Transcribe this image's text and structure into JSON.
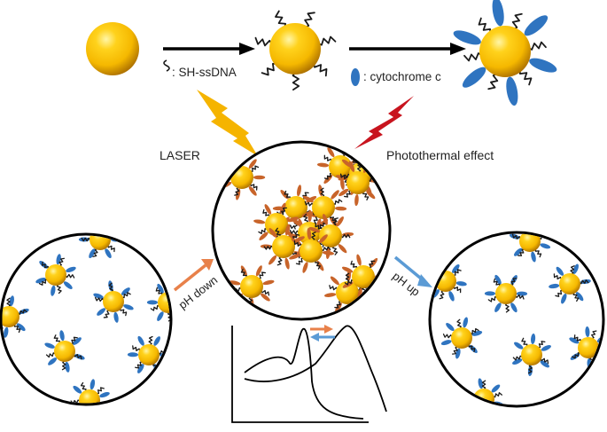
{
  "labels": {
    "ssdna": ": SH-ssDNA",
    "cytochrome": ": cytochrome c",
    "laser": "LASER",
    "photothermal": "Photothermal effect",
    "ph_down": "pH down",
    "ph_up": "pH up"
  },
  "colors": {
    "gold_particle": "#f5b800",
    "ssdna_strand": "#1a1a1a",
    "cytochrome_c_neutral": "#2f74c0",
    "cytochrome_c_acidic": "#c8642a",
    "laser_bolt": "#f5b400",
    "photothermal_bolt": "#c8141e",
    "ph_down_arrow": "#e8814a",
    "ph_up_arrow": "#5b9bd5"
  },
  "icons": {
    "laser": "lightning-bolt-icon",
    "photothermal": "lightning-bolt-icon"
  }
}
